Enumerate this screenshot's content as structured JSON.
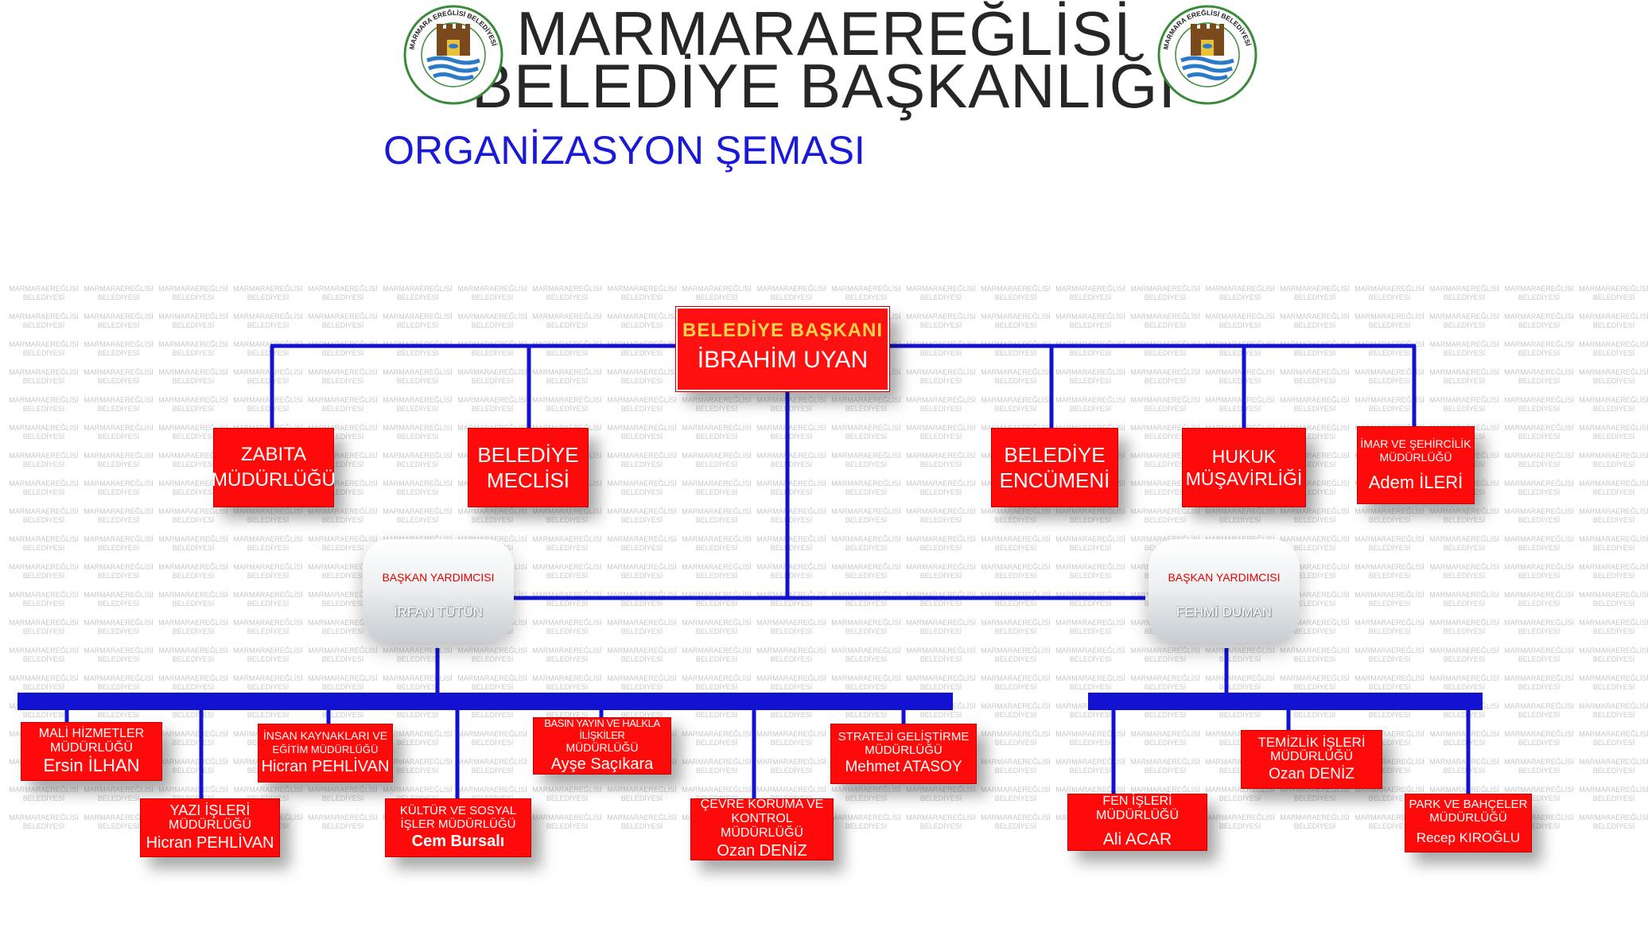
{
  "header": {
    "title_line1": "MARMARAEREĞLİSİ",
    "title_line2": "BELEDİYE BAŞKANLIĞI",
    "subtitle": "ORGANİZASYON ŞEMASI",
    "logo_text": "MARMARA EREĞLİSİ BELEDİYESİ"
  },
  "watermark": {
    "line1": "MARMARAEREĞLİSİ",
    "line2": "BELEDİYESİ"
  },
  "mayor": {
    "title": "BELEDİYE BAŞKANI",
    "name": "İBRAHİM UYAN"
  },
  "top_units": [
    {
      "line1": "ZABITA",
      "line2": "MÜDÜRLÜĞÜ"
    },
    {
      "line1": "BELEDİYE",
      "line2": "MECLİSİ"
    },
    {
      "line1": "BELEDİYE",
      "line2": "ENCÜMENİ"
    },
    {
      "line1": "HUKUK",
      "line2": "MÜŞAVİRLİĞİ"
    },
    {
      "line1": "İMAR VE ŞEHİRCİLİK",
      "line2": "MÜDÜRLÜĞÜ",
      "name": "Adem İLERİ"
    }
  ],
  "deputies": [
    {
      "title": "BAŞKAN YARDIMCISI",
      "name": "İRFAN TÜTÜN"
    },
    {
      "title": "BAŞKAN YARDIMCISI",
      "name": "FEHMİ DUMAN"
    }
  ],
  "left_units": [
    {
      "line1": "MALİ HİZMETLER",
      "line2": "MÜDÜRLÜĞÜ",
      "name": "Ersin İLHAN"
    },
    {
      "line1": "YAZI İŞLERİ",
      "line2": "MÜDÜRLÜĞÜ",
      "name": "Hicran PEHLİVAN"
    },
    {
      "line1": "İNSAN KAYNAKLARI VE",
      "line2": "EĞİTİM MÜDÜRLÜĞÜ",
      "name": "Hicran PEHLİVAN"
    },
    {
      "line1": "KÜLTÜR VE SOSYAL",
      "line2": "İŞLER MÜDÜRLÜĞÜ",
      "name": "Cem Bursalı"
    },
    {
      "line1": "BASIN YAYIN VE HALKLA İLİŞKİLER",
      "line2": "MÜDÜRLÜĞÜ",
      "name": "Ayşe Saçıkara"
    },
    {
      "line1": "ÇEVRE KORUMA VE",
      "line2": "KONTROL MÜDÜRLÜĞÜ",
      "name": "Ozan DENİZ"
    },
    {
      "line1": "STRATEJİ GELİŞTİRME",
      "line2": "MÜDÜRLÜĞÜ",
      "name": "Mehmet ATASOY"
    }
  ],
  "right_units": [
    {
      "line1": "FEN İŞLERİ MÜDÜRLÜĞÜ",
      "name": "Ali ACAR"
    },
    {
      "line1": "TEMİZLİK İŞLERİ",
      "line2": "MÜDÜRLÜĞÜ",
      "name": "Ozan DENİZ"
    },
    {
      "line1": "PARK VE BAHÇELER",
      "line2": "MÜDÜRLÜĞÜ",
      "name": "Recep KIROĞLU"
    }
  ],
  "colors": {
    "box_red": "#ff0a0a",
    "connector_blue": "#1212d0",
    "title_dark": "#262626",
    "subtitle_blue": "#1a1ad6",
    "mayor_title_gold": "#ffd34a",
    "deputy_title_red": "#e60000"
  }
}
